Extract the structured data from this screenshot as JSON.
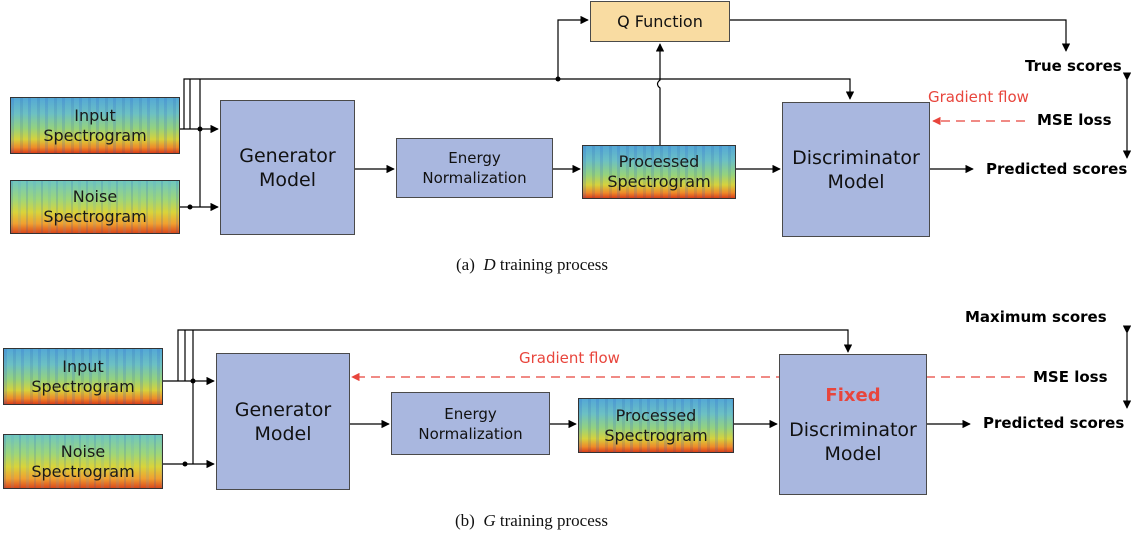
{
  "panel_a": {
    "input_spec": [
      "Input",
      "Spectrogram"
    ],
    "noise_spec": [
      "Noise",
      "Spectrogram"
    ],
    "generator": [
      "Generator",
      "Model"
    ],
    "energy": [
      "Energy",
      "Normalization"
    ],
    "processed": [
      "Processed",
      "Spectrogram"
    ],
    "discriminator": [
      "Discriminator",
      "Model"
    ],
    "q_function": "Q Function",
    "gradient_flow": "Gradient flow",
    "true_scores": "True scores",
    "mse_loss": "MSE loss",
    "predicted_scores": "Predicted scores",
    "caption_prefix": "(a)",
    "caption_symbol": "D",
    "caption_text": "training process"
  },
  "panel_b": {
    "input_spec": [
      "Input",
      "Spectrogram"
    ],
    "noise_spec": [
      "Noise",
      "Spectrogram"
    ],
    "generator": [
      "Generator",
      "Model"
    ],
    "energy": [
      "Energy",
      "Normalization"
    ],
    "processed": [
      "Processed",
      "Spectrogram"
    ],
    "fixed": "Fixed",
    "discriminator": [
      "Discriminator",
      "Model"
    ],
    "gradient_flow": "Gradient flow",
    "maximum_scores": "Maximum scores",
    "mse_loss": "MSE loss",
    "predicted_scores": "Predicted scores",
    "caption_prefix": "(b)",
    "caption_symbol": "G",
    "caption_text": "training process"
  },
  "colors": {
    "model_fill": "#a9b7df",
    "q_fill": "#f9dca2",
    "gradient": "#e8453c"
  }
}
